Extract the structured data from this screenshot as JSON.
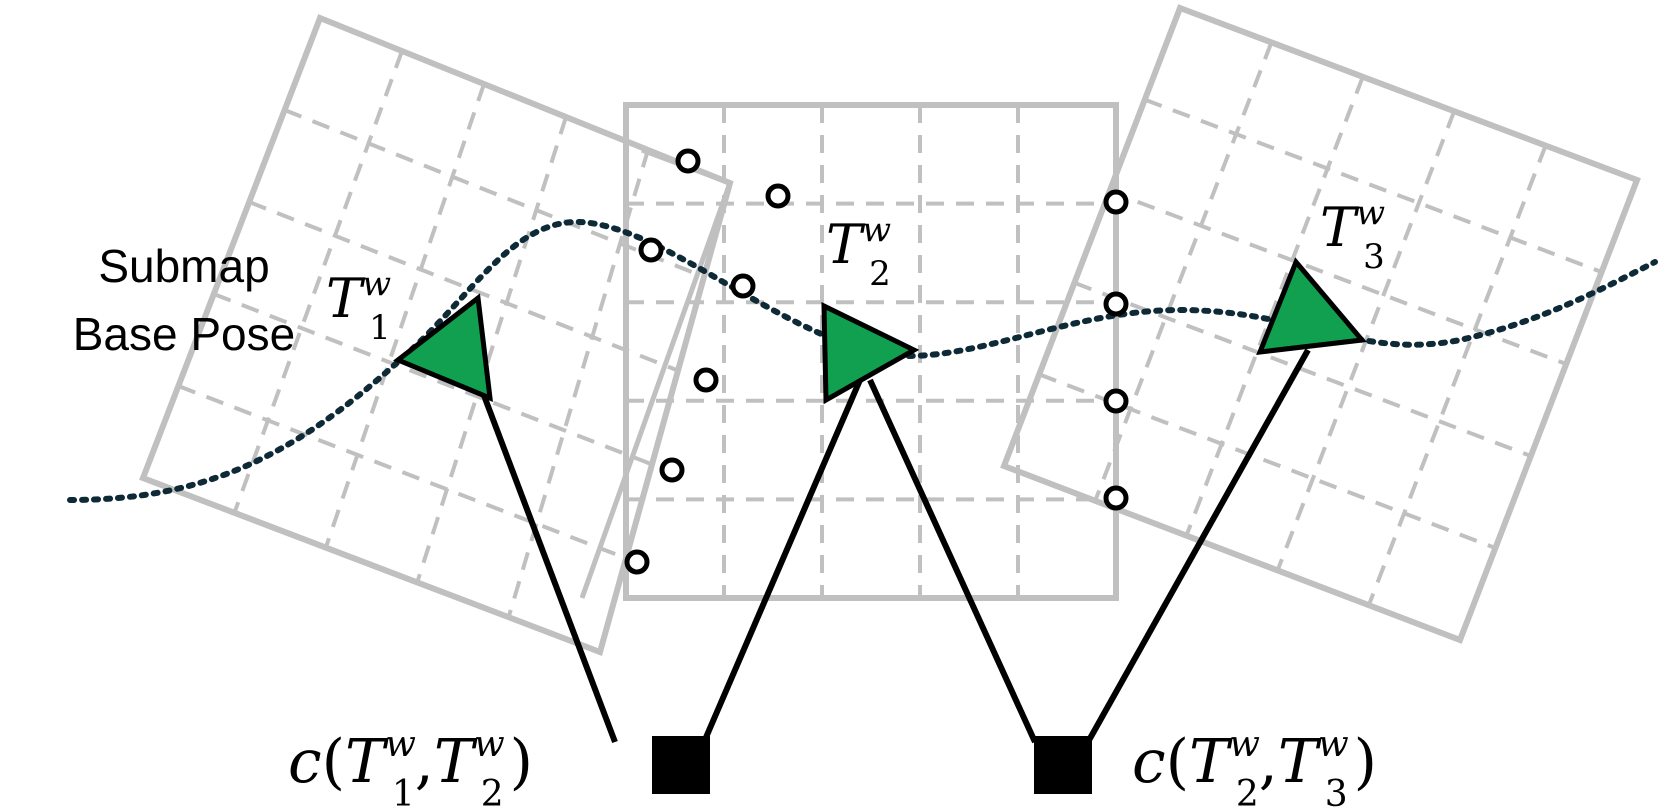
{
  "labels": {
    "base_pose_line1": "Submap",
    "base_pose_line2": "Base Pose",
    "pose1": {
      "main": "T",
      "sup": "w",
      "sub": "1"
    },
    "pose2": {
      "main": "T",
      "sup": "w",
      "sub": "2"
    },
    "pose3": {
      "main": "T",
      "sup": "w",
      "sub": "3"
    },
    "constraint12": {
      "fn": "c",
      "open": "(",
      "comma": ",",
      "close": ")",
      "a": {
        "main": "T",
        "sup": "w",
        "sub": "1"
      },
      "b": {
        "main": "T",
        "sup": "w",
        "sub": "2"
      }
    },
    "constraint23": {
      "fn": "c",
      "open": "(",
      "comma": ",",
      "close": ")",
      "a": {
        "main": "T",
        "sup": "w",
        "sub": "2"
      },
      "b": {
        "main": "T",
        "sup": "w",
        "sub": "3"
      }
    }
  },
  "colors": {
    "grid": "#c0c0c0",
    "pose_fill": "#10a050",
    "trajectory": "#0e2a36",
    "factor": "#000000",
    "edge": "#000000"
  }
}
